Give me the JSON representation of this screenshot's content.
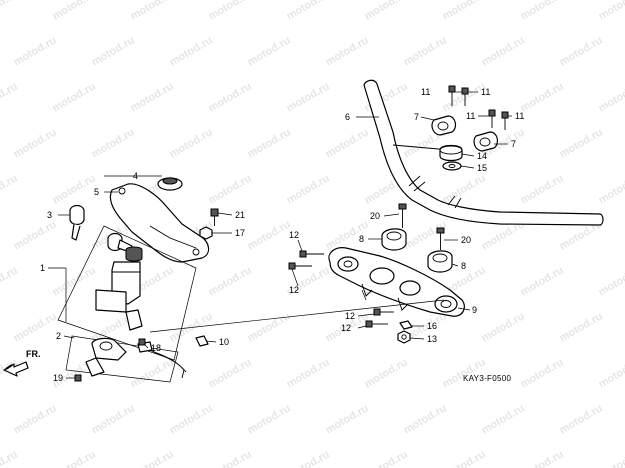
{
  "watermark": "motod.ru",
  "diagram_code": "KAY3-F0500",
  "direction_label": "FR.",
  "callouts": {
    "c1": "1",
    "c2": "2",
    "c3": "3",
    "c4": "4",
    "c5": "5",
    "c6": "6",
    "c7a": "7",
    "c7b": "7",
    "c8a": "8",
    "c8b": "8",
    "c9": "9",
    "c10": "10",
    "c11a": "11",
    "c11b": "11",
    "c11c": "11",
    "c11d": "11",
    "c12a": "12",
    "c12b": "12",
    "c12c": "12",
    "c12d": "12",
    "c13": "13",
    "c14": "14",
    "c15": "15",
    "c16": "16",
    "c17": "17",
    "c18": "18",
    "c19": "19",
    "c20a": "20",
    "c20b": "20",
    "c21": "21"
  }
}
